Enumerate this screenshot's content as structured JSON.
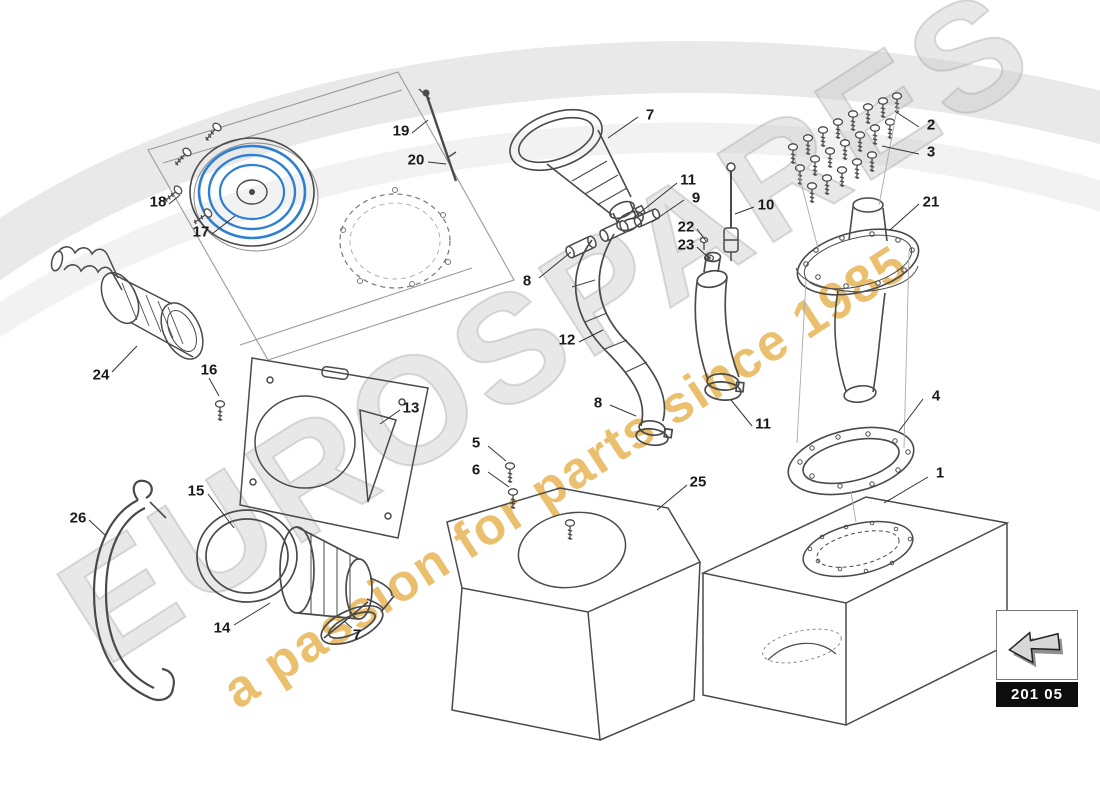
{
  "watermark": {
    "brand": "EUROSPARES",
    "tagline": "a passion for parts since 1985",
    "brand_color": "#c9c9c9",
    "tagline_color": "#e3a93c"
  },
  "badge": {
    "group_code": "201 05",
    "icon": "previous-section-arrow"
  },
  "diagram": {
    "description": "Fuel filler and fuel tank exploded parts diagram",
    "line_color": "#4a4a4a",
    "highlight_color": "#2d7fd3",
    "callouts": [
      {
        "label": "1"
      },
      {
        "label": "2"
      },
      {
        "label": "3"
      },
      {
        "label": "4"
      },
      {
        "label": "5"
      },
      {
        "label": "6"
      },
      {
        "label": "7"
      },
      {
        "label": "7"
      },
      {
        "label": "8"
      },
      {
        "label": "8"
      },
      {
        "label": "9"
      },
      {
        "label": "10"
      },
      {
        "label": "11"
      },
      {
        "label": "11"
      },
      {
        "label": "12"
      },
      {
        "label": "13"
      },
      {
        "label": "14"
      },
      {
        "label": "15"
      },
      {
        "label": "16"
      },
      {
        "label": "17"
      },
      {
        "label": "18"
      },
      {
        "label": "19"
      },
      {
        "label": "20"
      },
      {
        "label": "21"
      },
      {
        "label": "22"
      },
      {
        "label": "23"
      },
      {
        "label": "24"
      },
      {
        "label": "25"
      },
      {
        "label": "26"
      }
    ]
  }
}
